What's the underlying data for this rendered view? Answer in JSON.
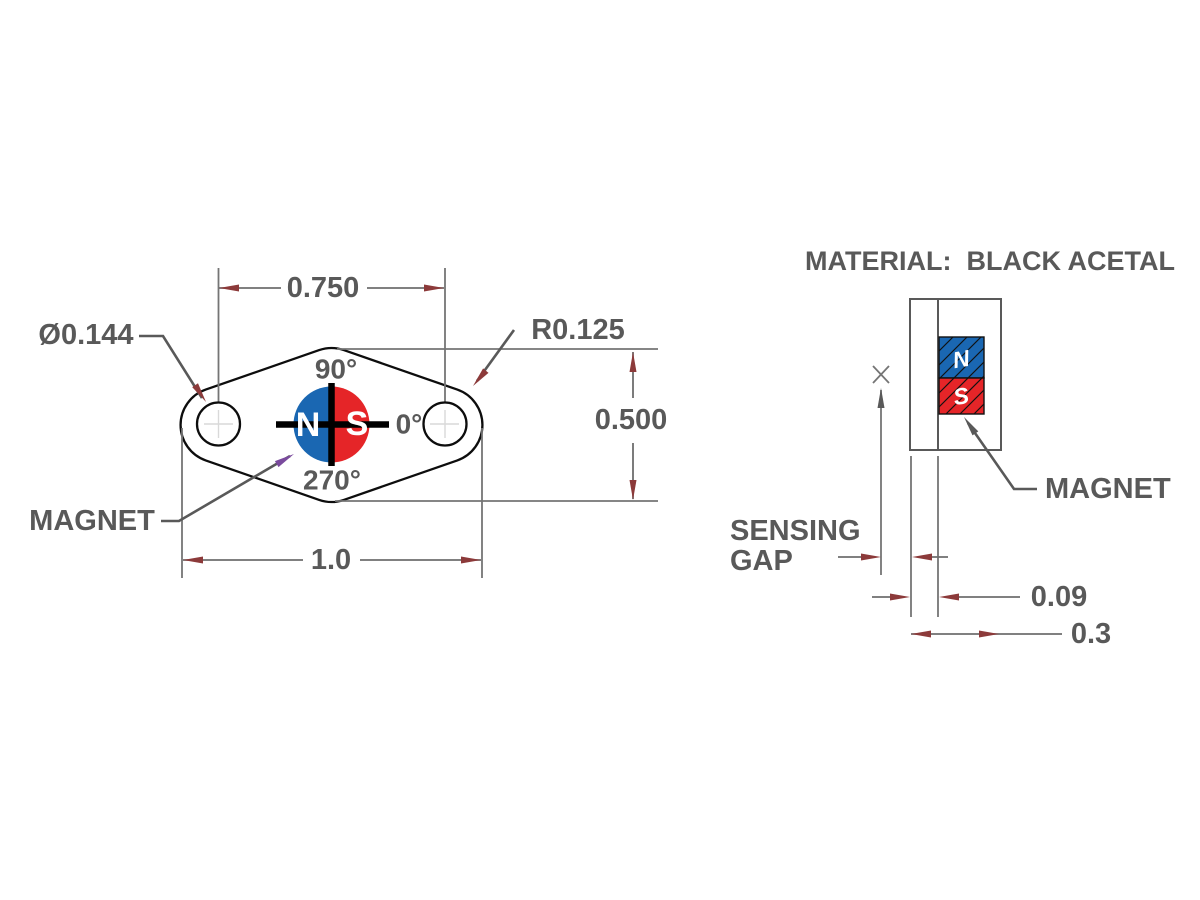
{
  "title": "MATERIAL:  BLACK ACETAL",
  "front_view": {
    "dims": {
      "hole_spacing": "0.750",
      "overall_width": "1.0",
      "height": "0.500",
      "hole_diameter": "Ø0.144",
      "corner_radius": "R0.125"
    },
    "magnet": {
      "label": "MAGNET",
      "pole_left": "N",
      "pole_right": "S",
      "angle_top": "90°",
      "angle_right": "0°",
      "angle_bottom": "270°"
    }
  },
  "side_view": {
    "magnet": {
      "label": "MAGNET",
      "pole_top": "N",
      "pole_bottom": "S"
    },
    "sensing_gap_label_line1": "SENSING",
    "sensing_gap_label_line2": "GAP",
    "dims": {
      "wall_thickness": "0.09",
      "overall_thickness": "0.3"
    }
  },
  "colors": {
    "annotation_text": "#595959",
    "drawing_line": "#6e6e6e",
    "part_outline": "#0d0d0d",
    "magnet_north_blue": "#1a67b2",
    "magnet_south_red": "#e52528",
    "dim_arrow": "#8c3a3a",
    "magnet_pointer_purple": "#7a4a9d"
  }
}
